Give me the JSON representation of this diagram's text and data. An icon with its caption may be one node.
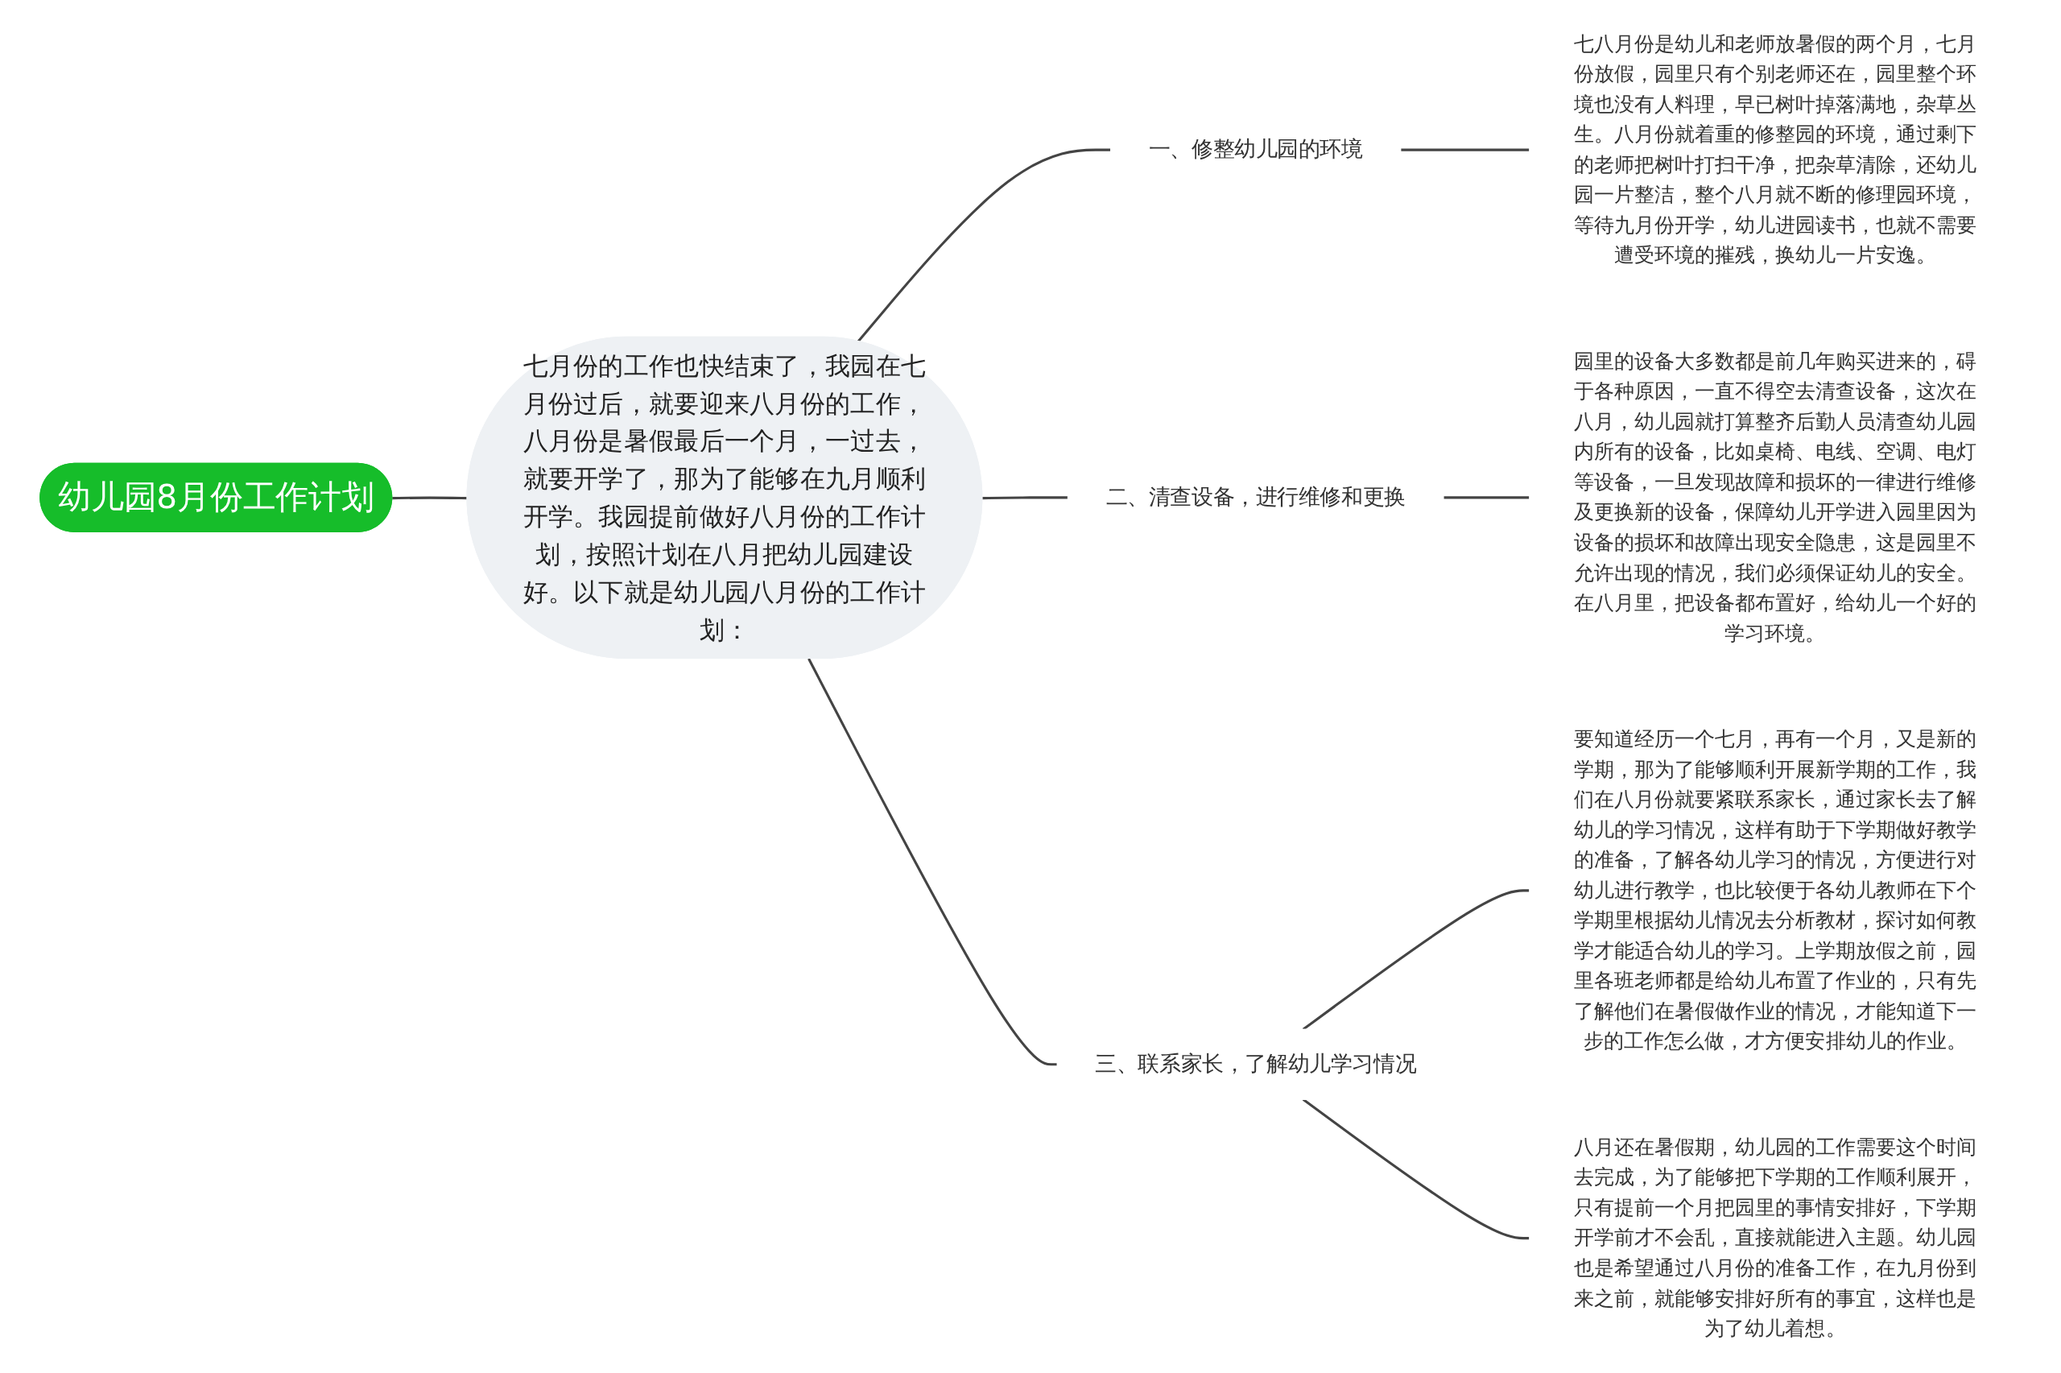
{
  "diagram": {
    "nodes": [
      {
        "text": [
          "幼儿园8月份工作计划"
        ]
      },
      {
        "text": [
          "七月份的工作也快结束了，我园在七月份过后，就要迎来八月份的工作，八月份是暑假最后一个月，一过去，就要开学了，那为了能够在九月顺利开学。我园提前做好八月份的工作计划，按照计划在八月把幼儿园建设好。以下就是幼儿园八月份的工作计划："
        ]
      },
      {
        "text": [
          "一、修整幼儿园的环境"
        ]
      },
      {
        "text": [
          "七八月份是幼儿和老师放暑假的两个月，七月份放假，园里只有个别老师还在，园里整个环境也没有人料理，早已树叶掉落满地，杂草丛生。八月份就着重的修整园的环境，通过剩下的老师把树叶打扫干净，把杂草清除，还幼儿园一片整洁，整个八月就不断的修理园环境，等待九月份开学，幼儿进园读书，也就不需要遭受环境的摧残，换幼儿一片安逸。"
        ]
      },
      {
        "text": [
          "二、清查设备，进行维修和更换"
        ]
      },
      {
        "text": [
          "园里的设备大多数都是前几年购买进来的，碍于各种原因，一直不得空去清查设备，这次在八月，幼儿园就打算整齐后勤人员清查幼儿园内所有的设备，比如桌椅、电线、空调、电灯等设备，一旦发现故障和损坏的一律进行维修及更换新的设备，保障幼儿开学进入园里因为设备的损坏和故障出现安全隐患，这是园里不允许出现的情况，我们必须保证幼儿的安全。在八月里，把设备都布置好，给幼儿一个好的学习环境。"
        ]
      },
      {
        "text": [
          "三、联系家长，了解幼儿学习情况"
        ]
      },
      {
        "text": [
          "要知道经历一个七月，再有一个月，又是新的学期，那为了能够顺利开展新学期的工作，我们在八月份就要紧联系家长，通过家长去了解幼儿的学习情况，这样有助于下学期做好教学的准备，了解各幼儿学习的情况，方便进行对幼儿进行教学，也比较便于各幼儿教师在下个学期里根据幼儿情况去分析教材，探讨如何教学才能适合幼儿的学习。上学期放假之前，园里各班老师都是给幼儿布置了作业的，只有先了解他们在暑假做作业的情况，才能知道下一步的工作怎么做，才方便安排幼儿的作业。"
        ]
      },
      {
        "text": [
          "八月还在暑假期，幼儿园的工作需要这个时间去完成，为了能够把下学期的工作顺利展开，只有提前一个月把园里的事情安排好，下学期开学前才不会乱，直接就能进入主题。幼儿园也是希望通过八月份的准备工作，在九月份到来之前，就能够安排好所有的事宜，这样也是为了幼儿着想。"
        ]
      }
    ],
    "edges": [
      {
        "from": 0,
        "to": 1,
        "arrow": "none"
      },
      {
        "from": 1,
        "to": 2,
        "arrow": "none"
      },
      {
        "from": 1,
        "to": 4,
        "arrow": "none"
      },
      {
        "from": 1,
        "to": 6,
        "arrow": "none"
      },
      {
        "from": 2,
        "to": 3,
        "arrow": "none"
      },
      {
        "from": 4,
        "to": 5,
        "arrow": "none"
      },
      {
        "from": 6,
        "to": 7,
        "arrow": "none"
      },
      {
        "from": 6,
        "to": 8,
        "arrow": "none"
      }
    ]
  }
}
